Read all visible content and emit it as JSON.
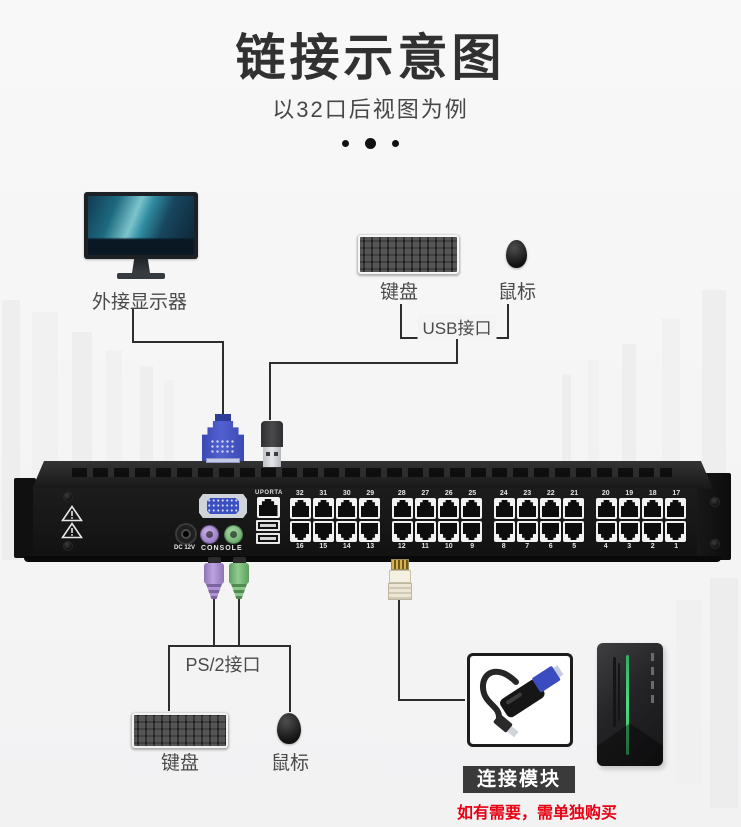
{
  "header": {
    "title": "链接示意图",
    "subtitle": "以32口后视图为例"
  },
  "labels": {
    "monitor": "外接显示器",
    "keyboard_top": "键盘",
    "mouse_top": "鼠标",
    "usb_port": "USB接口",
    "ps2_port": "PS/2接口",
    "keyboard_bottom": "键盘",
    "mouse_bottom": "鼠标"
  },
  "device": {
    "dc_label": "DC 12V",
    "console_label": "CONSOLE",
    "uport_label": "UPORTA",
    "port_groups": [
      {
        "top": [
          "32",
          "31",
          "30",
          "29"
        ],
        "bottom": [
          "16",
          "15",
          "14",
          "13"
        ]
      },
      {
        "top": [
          "28",
          "27",
          "26",
          "25"
        ],
        "bottom": [
          "12",
          "11",
          "10",
          "9"
        ]
      },
      {
        "top": [
          "24",
          "23",
          "22",
          "21"
        ],
        "bottom": [
          "8",
          "7",
          "6",
          "5"
        ]
      },
      {
        "top": [
          "20",
          "19",
          "18",
          "17"
        ],
        "bottom": [
          "4",
          "3",
          "2",
          "1"
        ]
      }
    ]
  },
  "module": {
    "title": "连接模块",
    "note": "如有需要，需单独购买"
  },
  "icons": {
    "warning": "warning-triangle-icon",
    "monitor": "monitor-graphic",
    "keyboard": "keyboard-graphic",
    "mouse": "mouse-graphic",
    "vga": "vga-connector-graphic",
    "usb": "usb-connector-graphic",
    "ps2": "ps2-connector-graphic",
    "rj45": "rj45-connector-graphic",
    "dongle": "kvm-dongle-graphic",
    "tower": "pc-tower-graphic"
  },
  "colors": {
    "note_red": "#e60012",
    "vga_blue": "#4353c2",
    "ps2_purple": "#a98fd0",
    "ps2_green": "#7dbd7d",
    "tower_led_green": "#3ecf73",
    "wire": "#2d2d2d",
    "badge_bg": "#3a3a3a"
  }
}
